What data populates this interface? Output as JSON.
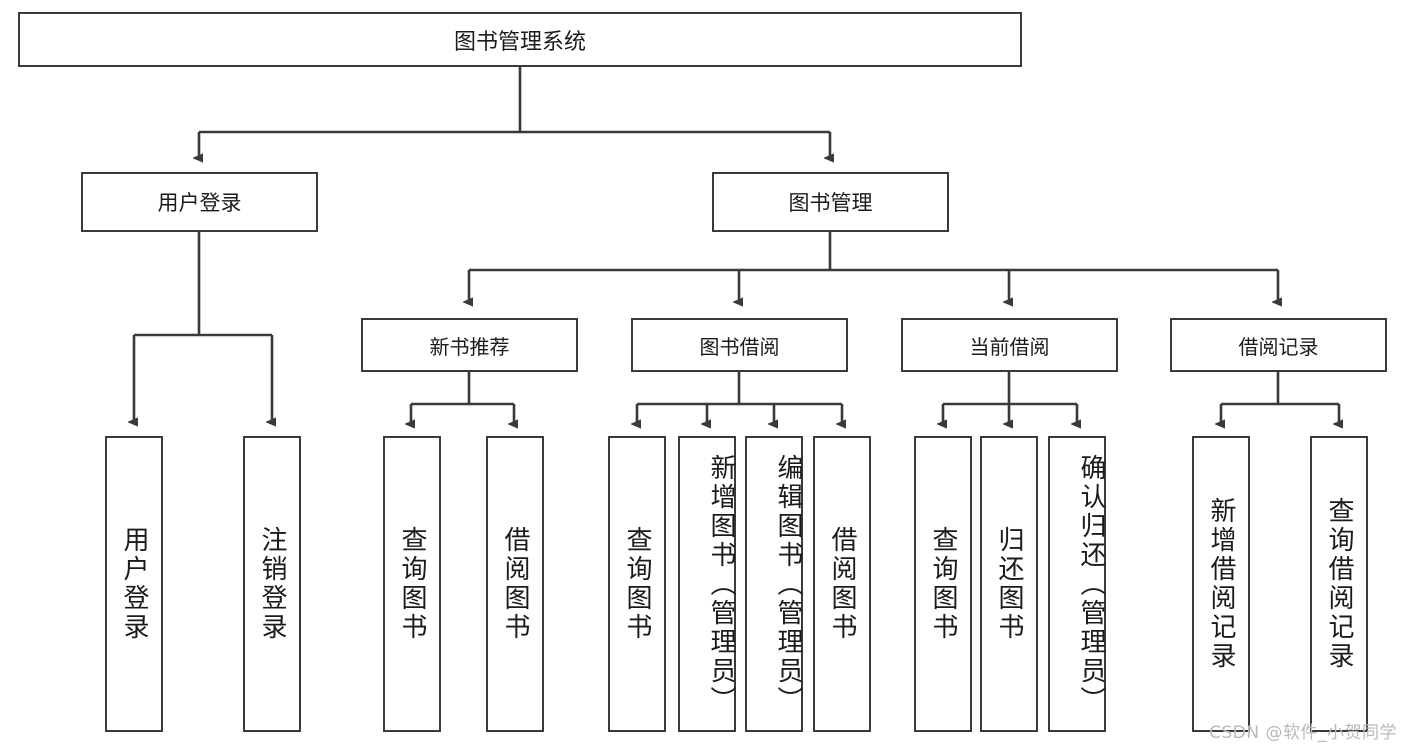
{
  "diagram": {
    "title": "图书管理系统",
    "type": "tree",
    "watermark": "CSDN @软件_小贺同学",
    "colors": {
      "node_border": "#3a3a3a",
      "node_fill": "#ffffff",
      "edge": "#3a3a3a",
      "text": "#1b1b1b",
      "watermark": "#b9b9b9",
      "background": "#ffffff"
    },
    "nodes": {
      "root": {
        "label": "图书管理系统"
      },
      "level2": [
        {
          "id": "user-login",
          "label": "用户登录"
        },
        {
          "id": "book-management",
          "label": "图书管理"
        }
      ],
      "level3": [
        {
          "id": "new-book-recommend",
          "label": "新书推荐"
        },
        {
          "id": "book-borrow",
          "label": "图书借阅"
        },
        {
          "id": "current-borrow",
          "label": "当前借阅"
        },
        {
          "id": "borrow-record",
          "label": "借阅记录"
        }
      ],
      "leaves": [
        {
          "id": "leaf-user-login",
          "label": "用户登录",
          "parent": "user-login"
        },
        {
          "id": "leaf-logout",
          "label": "注销登录",
          "parent": "user-login"
        },
        {
          "id": "leaf-query-book-1",
          "label": "查询图书",
          "parent": "new-book-recommend"
        },
        {
          "id": "leaf-borrow-book-1",
          "label": "借阅图书",
          "parent": "new-book-recommend"
        },
        {
          "id": "leaf-query-book-2",
          "label": "查询图书",
          "parent": "book-borrow"
        },
        {
          "id": "leaf-add-book-admin",
          "label": "新增图书（管理员）",
          "parent": "book-borrow"
        },
        {
          "id": "leaf-edit-book-admin",
          "label": "编辑图书（管理员）",
          "parent": "book-borrow"
        },
        {
          "id": "leaf-borrow-book-2",
          "label": "借阅图书",
          "parent": "book-borrow"
        },
        {
          "id": "leaf-query-book-3",
          "label": "查询图书",
          "parent": "current-borrow"
        },
        {
          "id": "leaf-return-book",
          "label": "归还图书",
          "parent": "current-borrow"
        },
        {
          "id": "leaf-confirm-return-admin",
          "label": "确认归还（管理员）",
          "parent": "current-borrow"
        },
        {
          "id": "leaf-add-borrow-record",
          "label": "新增借阅记录",
          "parent": "borrow-record"
        },
        {
          "id": "leaf-query-borrow-record",
          "label": "查询借阅记录",
          "parent": "borrow-record"
        }
      ]
    }
  }
}
